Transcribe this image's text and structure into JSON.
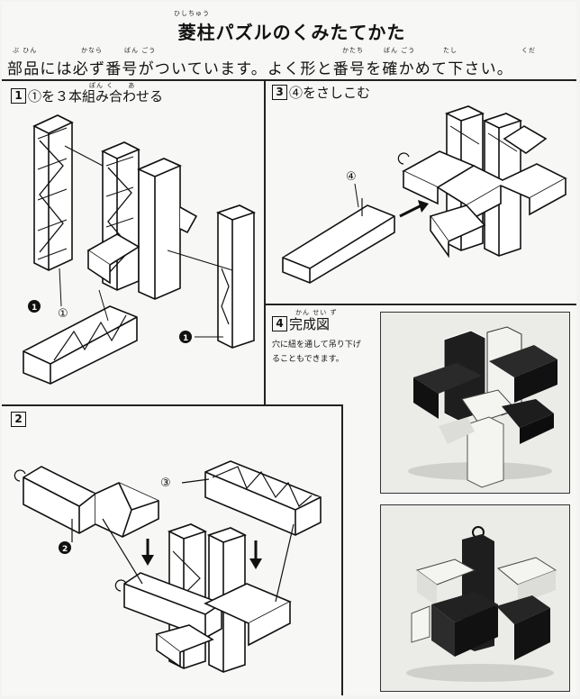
{
  "title": {
    "furigana": "ひしちゅう",
    "text": "菱柱パズルのくみたてかた"
  },
  "intro": {
    "text": "部品には必ず番号がついています。よく形と番号を確かめて下さい。",
    "furigana": [
      "ぶ ひん",
      "かなら",
      "ばん ごう",
      "かたち",
      "ばん ごう",
      "たし",
      "くだ"
    ]
  },
  "steps": [
    {
      "number": "1",
      "label": "①を３本組み合わせる",
      "furigana": "ぽん く　　あ"
    },
    {
      "number": "3",
      "label": "④をさしこむ"
    },
    {
      "number": "4",
      "label": "完成図",
      "furigana": "かん せい ず"
    },
    {
      "number": "2",
      "label": ""
    }
  ],
  "completion_note": [
    "穴に紐を通して吊り下げ",
    "ることもできます。"
  ],
  "part_labels": {
    "one_circled": "①",
    "four_circled": "④",
    "three_circled": "③",
    "one_filled": "❶",
    "two_filled": "❷"
  }
}
